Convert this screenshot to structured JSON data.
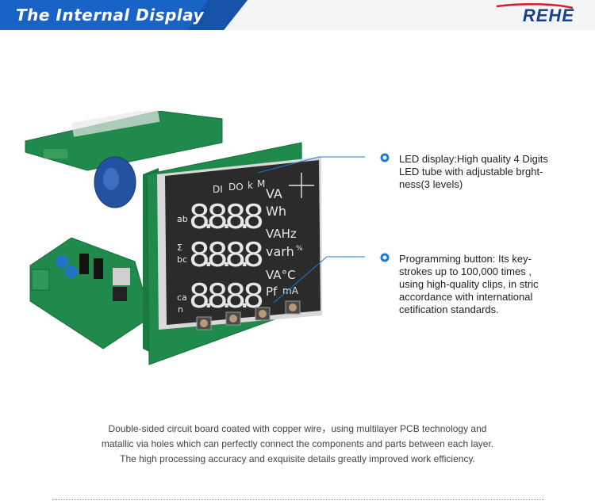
{
  "header": {
    "title": "The Internal Display",
    "brand": "REHE",
    "banner_color": "#1a63c6",
    "brand_color": "#17408f"
  },
  "display": {
    "indicators": [
      "DI",
      "DO",
      "k",
      "M"
    ],
    "row_left_labels": [
      "ab",
      "Σ",
      "bc",
      "ca",
      "n"
    ],
    "row1_digits": "8.8.8.8",
    "row2_digits": "8.8.8.8",
    "row3_digits": "8.8.8.8",
    "row1_units": [
      "VA",
      "Wh"
    ],
    "row2_units": [
      "VAHz",
      "varh",
      "%"
    ],
    "row3_units": [
      "VA°C",
      "Pf",
      "mA"
    ]
  },
  "callouts": [
    {
      "lines": [
        "LED display:High quality 4 Digits",
        "LED tube with adjustable brght-",
        "ness(3 levels)"
      ]
    },
    {
      "lines": [
        "Programming button:  Its key-",
        "strokes up to 100,000 times ,",
        "using high-quality clips, in stric",
        "accordance with international",
        "cetification standards."
      ]
    }
  ],
  "description": {
    "lines": [
      "Double-sided circuit board coated with copper wire，using multilayer PCB technology and",
      "matallic via holes which can perfectly connect the components and parts between each layer.",
      "The high processing accuracy and exquisite details greatly improved work efficiency."
    ]
  },
  "colors": {
    "pcb_green": "#1f8a4c",
    "lcd_black": "#2b2b2b",
    "callout_dot": "#1f78d1"
  }
}
